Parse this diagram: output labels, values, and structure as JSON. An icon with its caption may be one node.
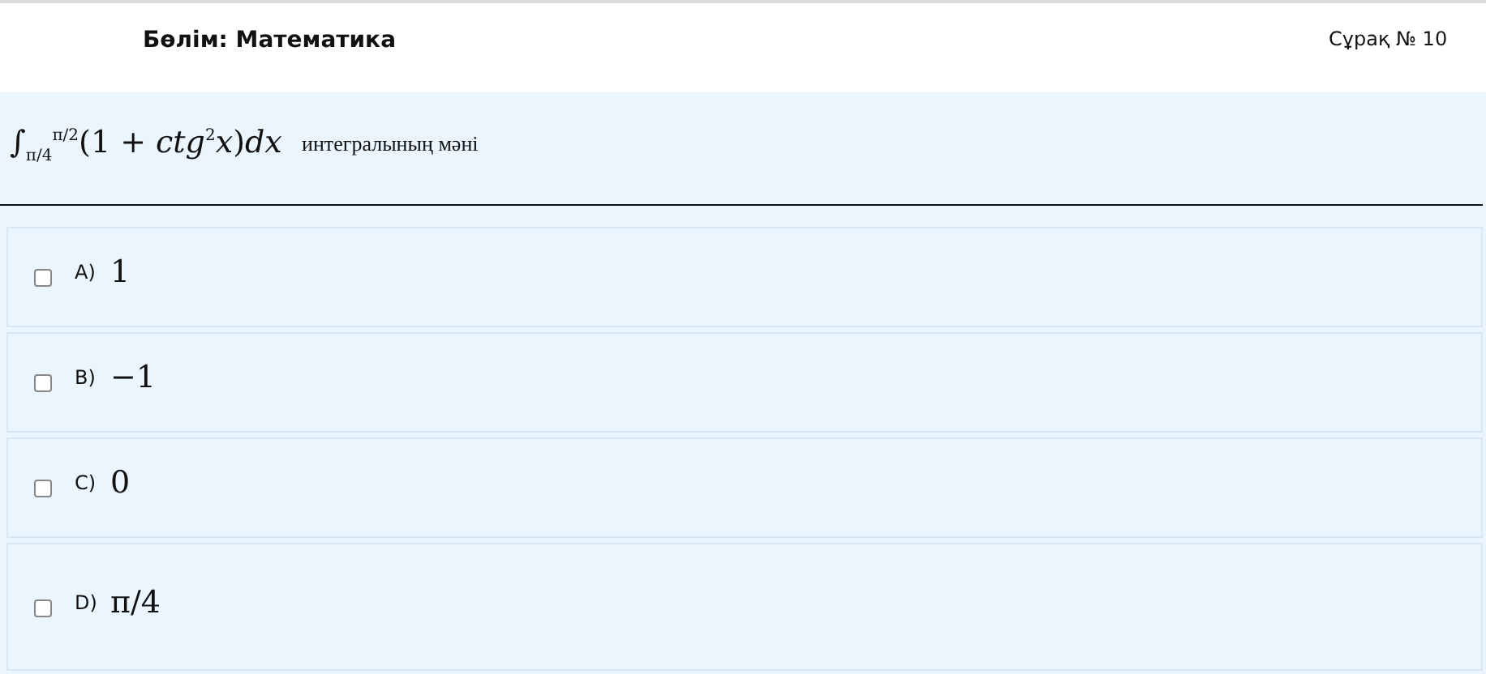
{
  "diagram": {
    "labels": [
      "Бөлім: Математика",
      "Сұрақ № 10",
      "∫$_{π/4}$$^{π/2}$(1 + *ctg*$^{2}$*x*)*dx*",
      "интегралының мәні",
      "A)",
      "1",
      "B)",
      "−1",
      "C)",
      "0",
      "D)",
      "π/4"
    ]
  }
}
